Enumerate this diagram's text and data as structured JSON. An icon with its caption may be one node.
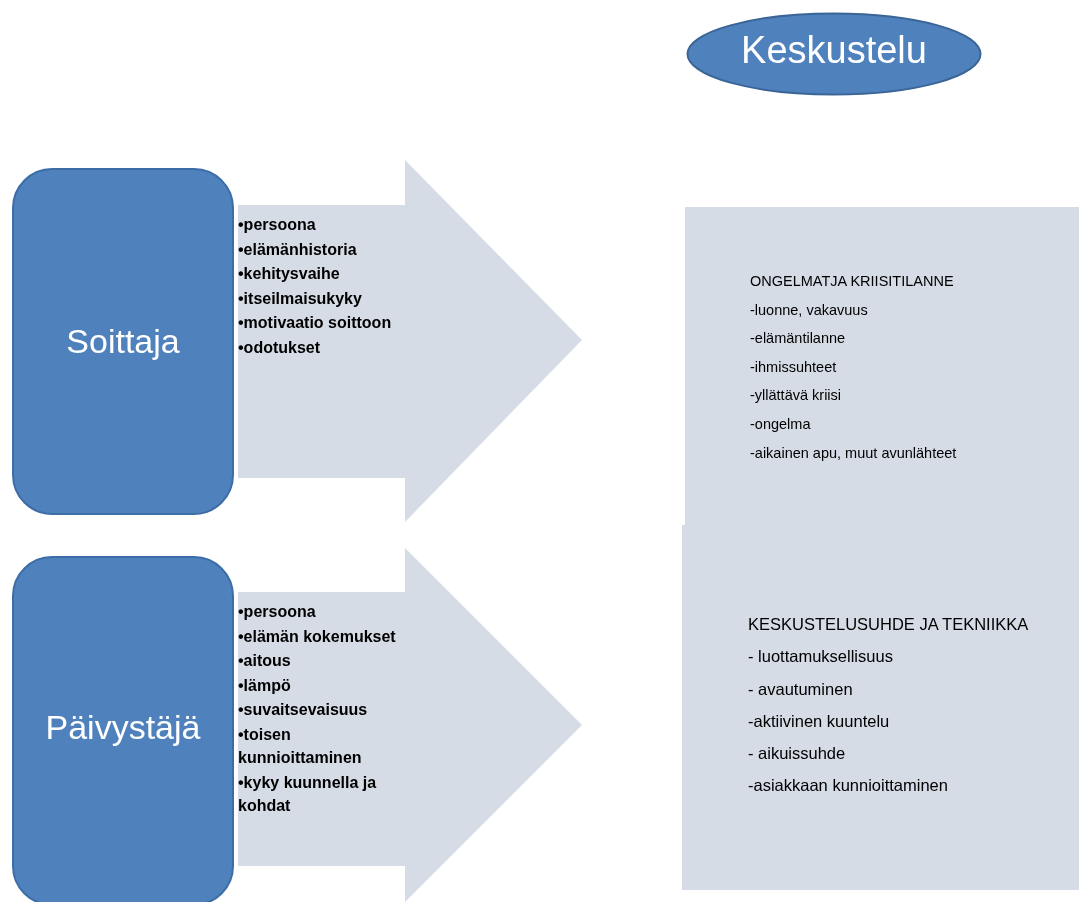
{
  "diagram": {
    "nodes": [
      {
        "text": [
          "Keskustelu"
        ]
      },
      {
        "text": [
          "Soittaja"
        ]
      },
      {
        "text": [
          "•persoona",
          "•elämänhistoria",
          "•kehitysvaihe",
          "•itseilmaisukyky",
          "•motivaatio soittoon",
          "•odotukset"
        ]
      },
      {
        "text": [
          "ONGELMATJA KRIISITILANNE",
          "-luonne, vakavuus",
          "-elämäntilanne",
          "-ihmissuhteet",
          "-yllättävä kriisi",
          "-ongelma",
          "-aikainen apu, muut avunlähteet"
        ]
      },
      {
        "text": [
          "Päivystäjä"
        ]
      },
      {
        "text": [
          "•persoona",
          "•elämän kokemukset",
          "•aitous",
          "•lämpö",
          "•suvaitsevaisuus",
          "•toisen kunnioittaminen",
          "•kyky kuunnella ja kohdat"
        ]
      },
      {
        "text": [
          "KESKUSTELUSUHDE JA TEKNIIKKA",
          "- luottamuksellisuus",
          "- avautuminen",
          "-aktiivinen kuuntelu",
          "- aikuissuhde",
          "-asiakkaan kunnioittaminen"
        ]
      }
    ],
    "edges": [
      {
        "from": 1,
        "to": null,
        "arrow": "to",
        "style": "thick"
      },
      {
        "from": 4,
        "to": null,
        "arrow": "to",
        "style": "thick"
      }
    ]
  }
}
